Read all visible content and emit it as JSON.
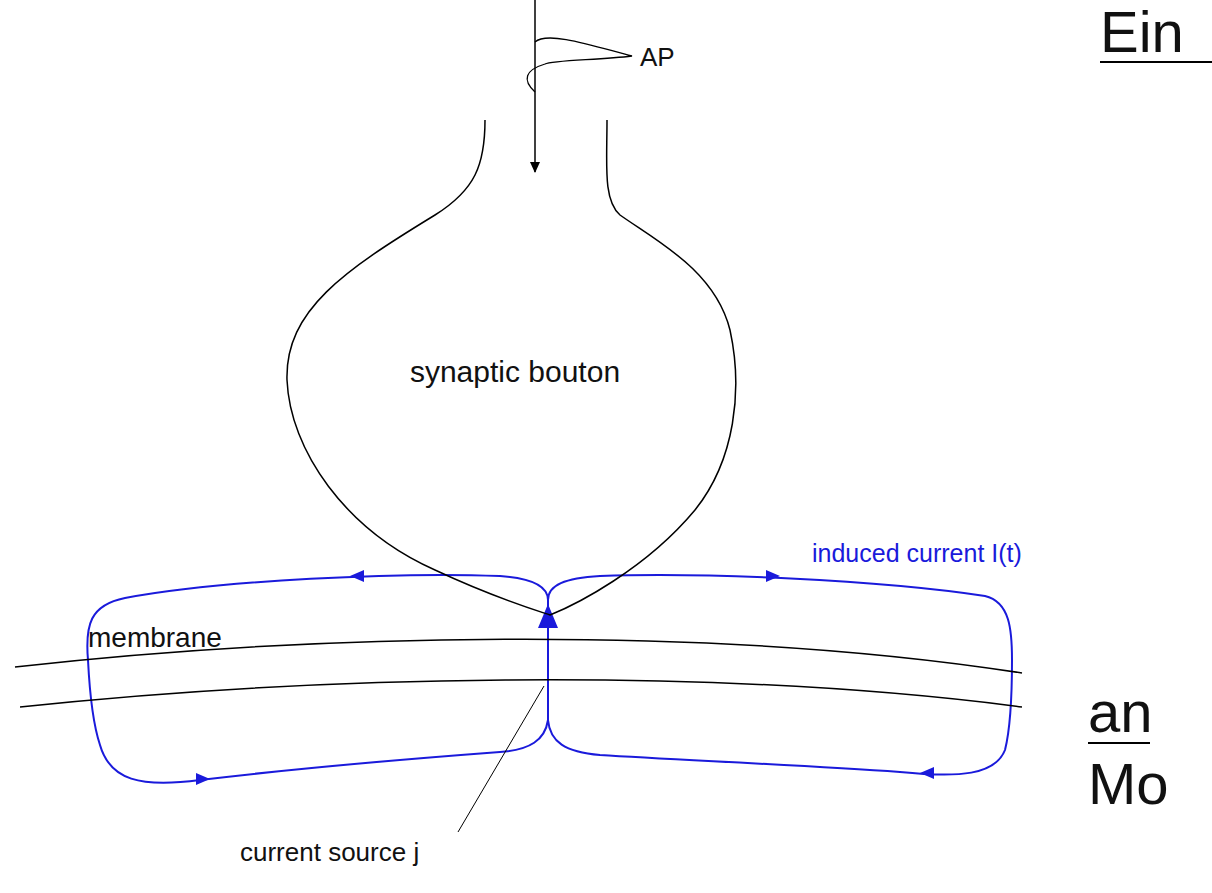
{
  "diagram": {
    "nodes": [
      {
        "text": [
          "synaptic bouton"
        ]
      },
      {
        "text": [
          "membrane"
        ]
      }
    ],
    "labels": [
      "AP",
      "induced current I(t)",
      "current source j",
      "Ein",
      "an",
      "Mo"
    ]
  }
}
